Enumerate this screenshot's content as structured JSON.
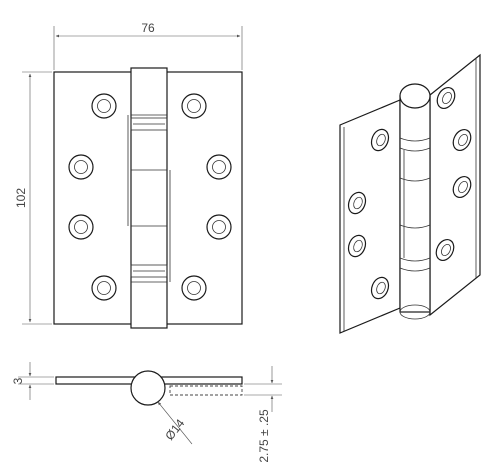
{
  "dimensions": {
    "width": "76",
    "height": "102",
    "thickness": "3",
    "knuckle": "Ø14",
    "gap": "2.75 ± .25"
  }
}
